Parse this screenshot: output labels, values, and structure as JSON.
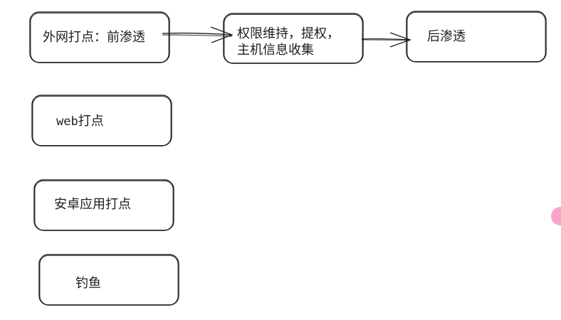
{
  "diagram": {
    "nodes": {
      "external": {
        "label": "外网打点：前渗透"
      },
      "privilege": {
        "line1": "权限维持，提权，",
        "line2": "主机信息收集"
      },
      "post": {
        "label": "后渗透"
      },
      "web": {
        "prefix": "web",
        "suffix": "打点"
      },
      "android": {
        "label": "安卓应用打点"
      },
      "phishing": {
        "label": "钓鱼"
      }
    },
    "colors": {
      "stroke": "#1e1e1e",
      "background": "#ffffff",
      "edge_marker": "#f7a6c8"
    }
  }
}
